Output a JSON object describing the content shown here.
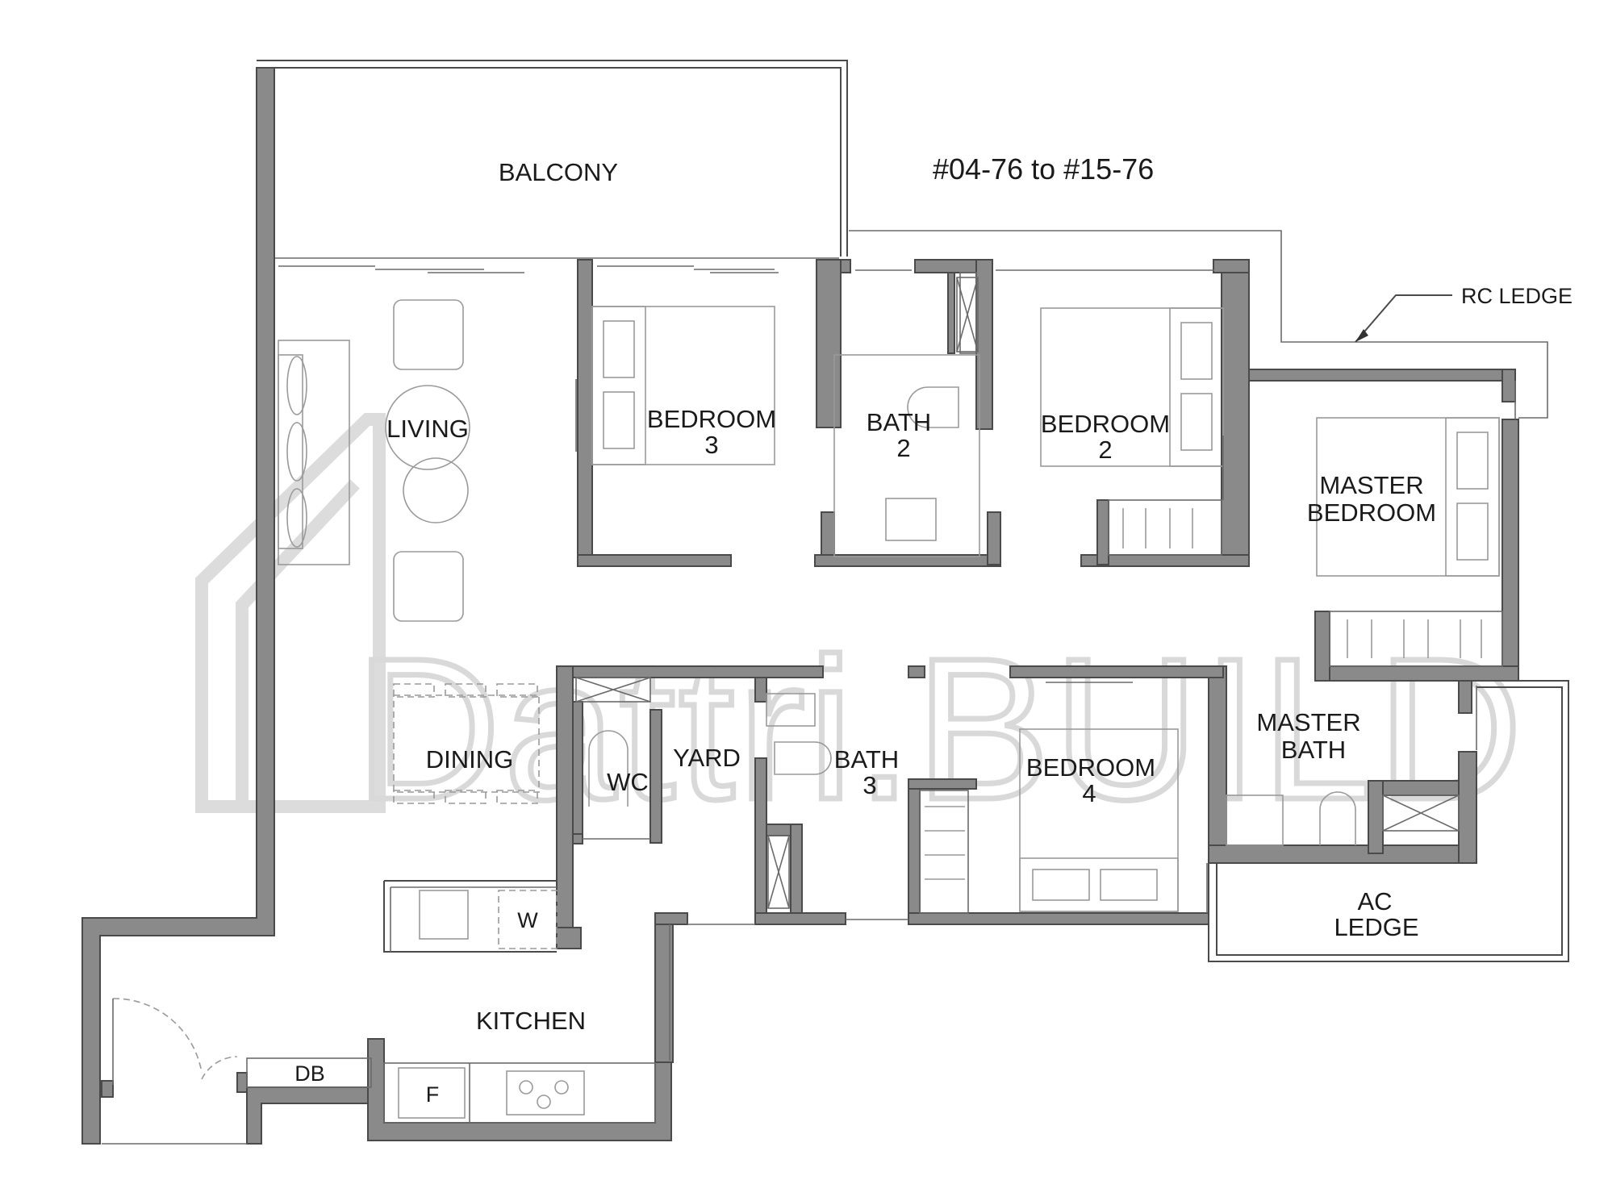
{
  "unit_range": "#04-76 to #15-76",
  "watermark": "Dattri.BUILD",
  "rooms": {
    "balcony": "BALCONY",
    "living": "LIVING",
    "bedroom3": [
      "BEDROOM",
      "3"
    ],
    "bath2": [
      "BATH",
      "2"
    ],
    "bedroom2": [
      "BEDROOM",
      "2"
    ],
    "master_bedroom": [
      "MASTER",
      "BEDROOM"
    ],
    "dining": "DINING",
    "wc": "WC",
    "yard": "YARD",
    "bath3": [
      "BATH",
      "3"
    ],
    "bedroom4": [
      "BEDROOM",
      "4"
    ],
    "master_bath": [
      "MASTER",
      "BATH"
    ],
    "ac_ledge": [
      "AC",
      "LEDGE"
    ],
    "kitchen": "KITCHEN"
  },
  "fixtures": {
    "washer": "W",
    "db": "DB",
    "fridge": "F"
  },
  "annotations": {
    "rc_ledge": "RC LEDGE"
  }
}
